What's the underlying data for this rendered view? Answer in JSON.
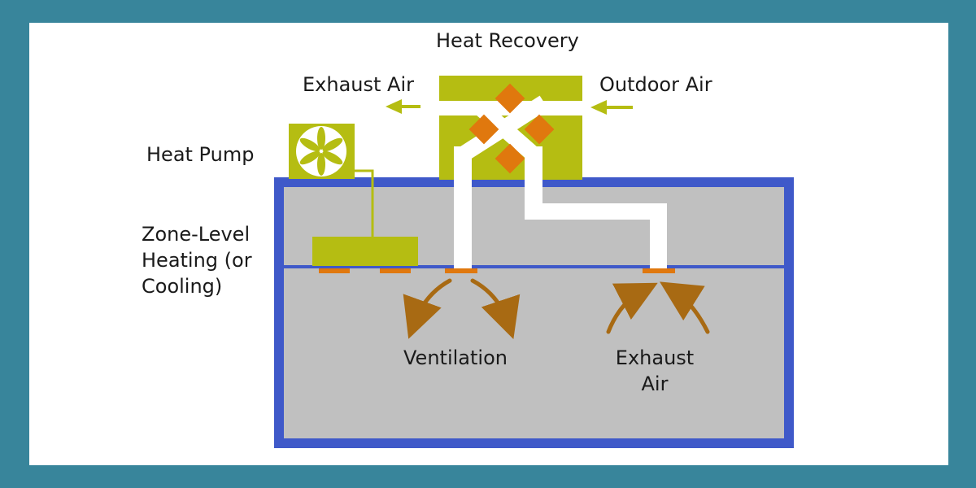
{
  "labels": {
    "heat_recovery": "Heat Recovery",
    "exhaust_air_top": "Exhaust Air",
    "outdoor_air": "Outdoor Air",
    "heat_pump": "Heat Pump",
    "zone_line1": "Zone-Level",
    "zone_line2": "Heating (or",
    "zone_line3": "Cooling)",
    "ventilation": "Ventilation",
    "exhaust_line1": "Exhaust",
    "exhaust_line2": "Air"
  },
  "colors": {
    "background": "#38859b",
    "panel": "#ffffff",
    "building_fill": "#c0c0c0",
    "building_wall": "#3f59c9",
    "unit": "#b5bd12",
    "diffuser": "#e0780e",
    "airflow_arrow": "#a86a13",
    "duct": "#ffffff"
  },
  "icons": {
    "fan": "fan-icon",
    "flow": "arrow-left-icon"
  }
}
